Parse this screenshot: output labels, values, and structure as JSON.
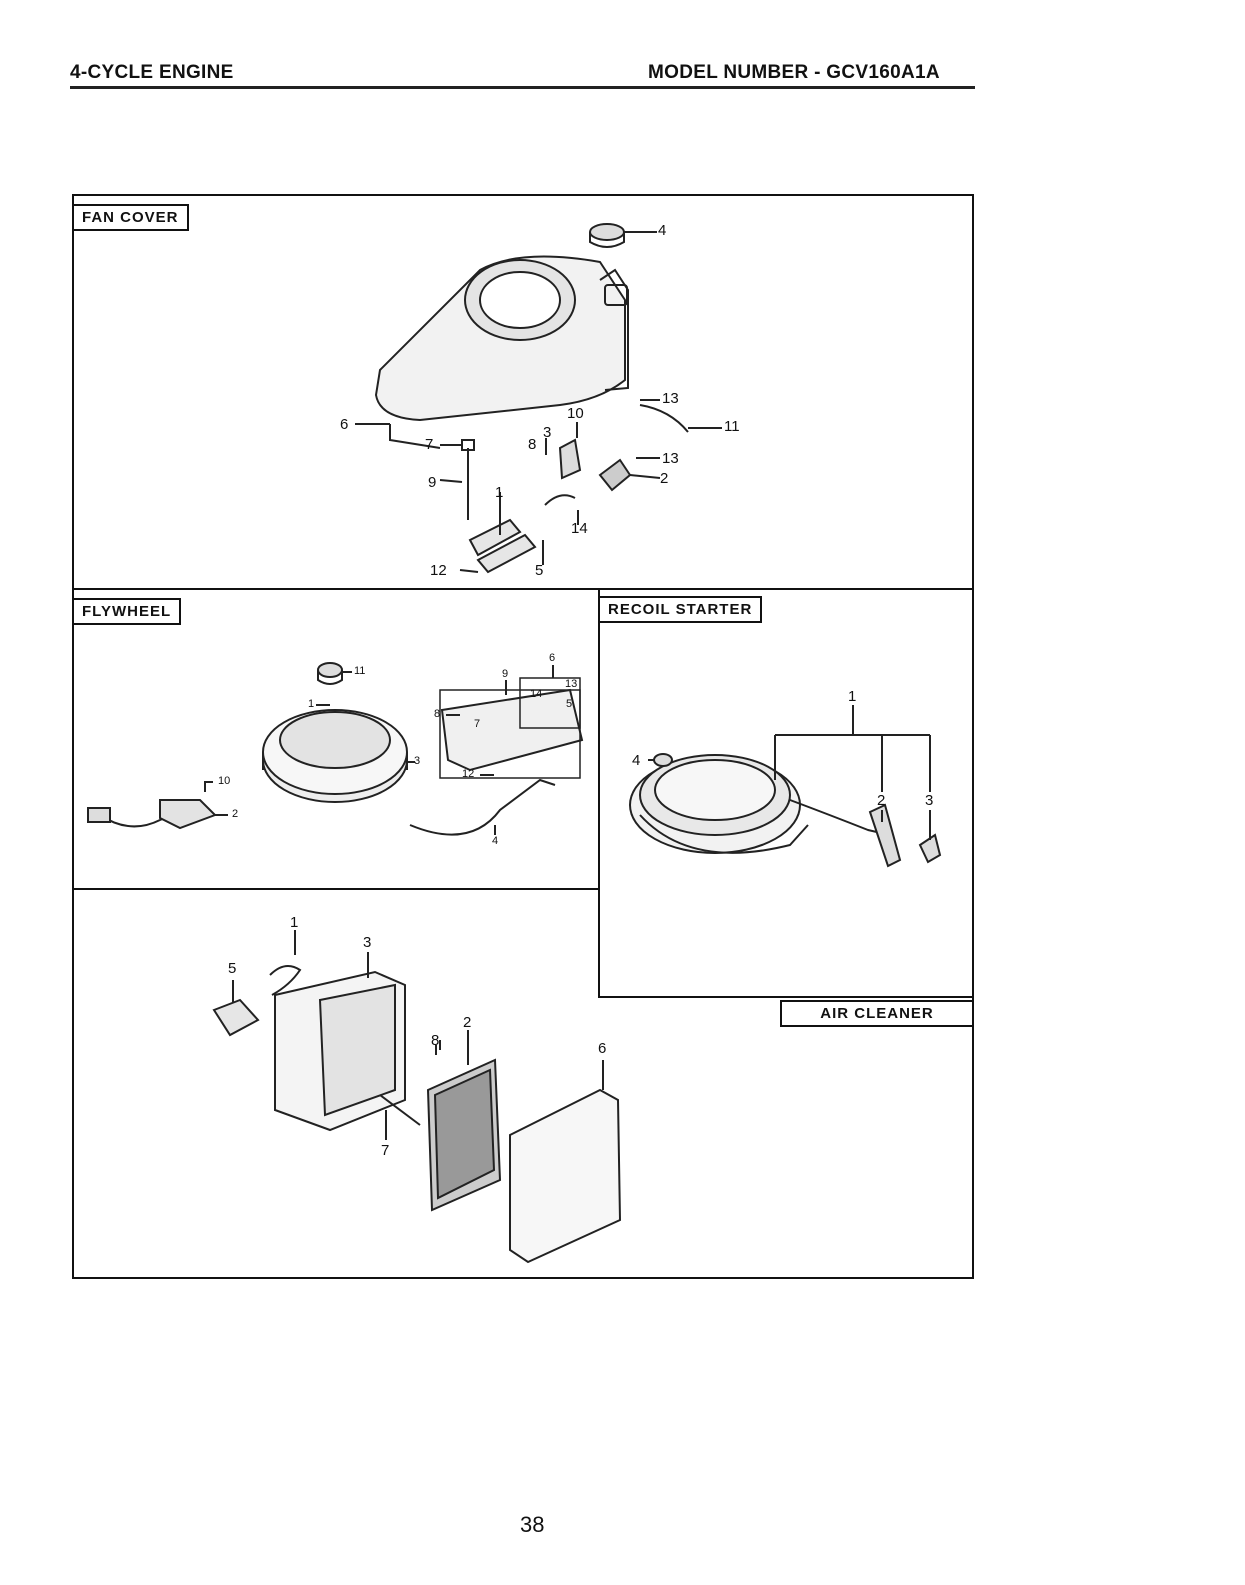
{
  "header": {
    "title": "4-CYCLE ENGINE",
    "model": "MODEL NUMBER - GCV160A1A"
  },
  "sections": {
    "fan_cover": {
      "label": "FAN COVER",
      "callouts": [
        "4",
        "13",
        "11",
        "13",
        "2",
        "10",
        "8",
        "3",
        "14",
        "5",
        "12",
        "1",
        "9",
        "7",
        "6"
      ]
    },
    "flywheel": {
      "label": "FLYWHEEL",
      "callouts": [
        "11",
        "1",
        "10",
        "3",
        "2",
        "6",
        "9",
        "13",
        "14",
        "5",
        "8",
        "7",
        "12",
        "4"
      ]
    },
    "recoil_starter": {
      "label": "RECOIL STARTER",
      "callouts": [
        "1",
        "4",
        "2",
        "3"
      ]
    },
    "air_cleaner": {
      "label": "AIR CLEANER",
      "callouts": [
        "1",
        "3",
        "5",
        "2",
        "8",
        "6",
        "7"
      ]
    }
  },
  "page_number": "38"
}
